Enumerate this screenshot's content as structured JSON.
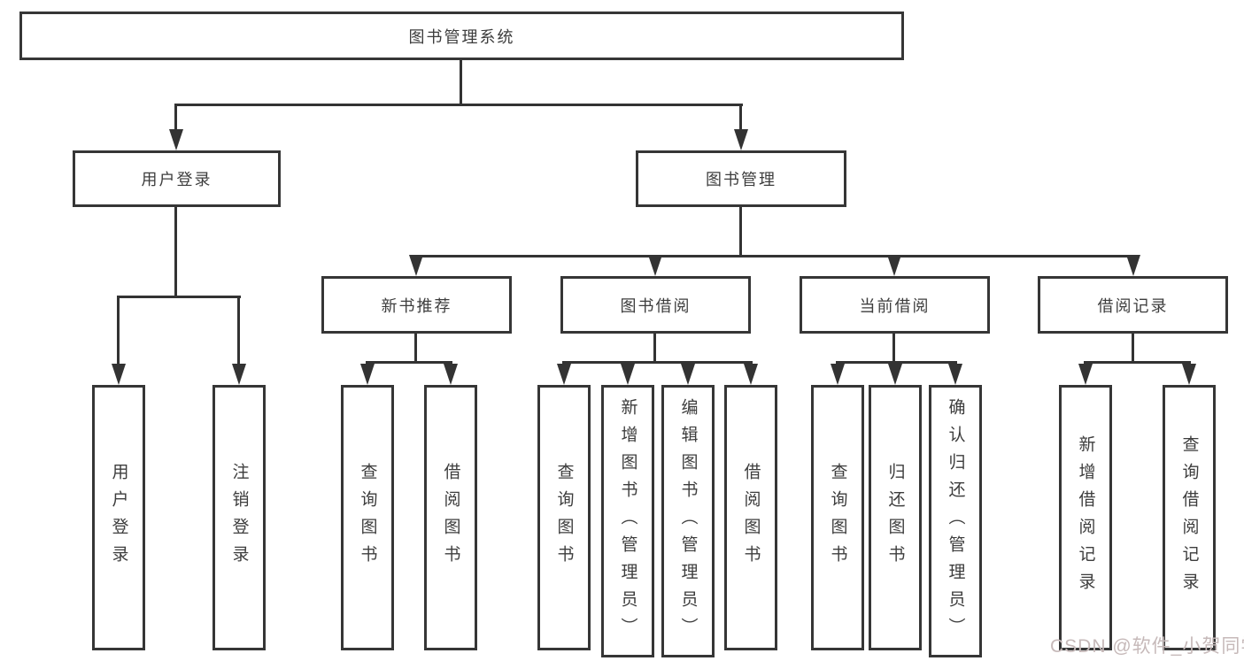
{
  "tree": {
    "root": {
      "label": "图书管理系统",
      "children": [
        {
          "label": "用户登录",
          "children": [
            {
              "label": "用户登录"
            },
            {
              "label": "注销登录"
            }
          ]
        },
        {
          "label": "图书管理",
          "children": [
            {
              "label": "新书推荐",
              "children": [
                {
                  "label": "查询图书"
                },
                {
                  "label": "借阅图书"
                }
              ]
            },
            {
              "label": "图书借阅",
              "children": [
                {
                  "label": "查询图书"
                },
                {
                  "label": "新增图书（管理员）"
                },
                {
                  "label": "编辑图书（管理员）"
                },
                {
                  "label": "借阅图书"
                }
              ]
            },
            {
              "label": "当前借阅",
              "children": [
                {
                  "label": "查询图书"
                },
                {
                  "label": "归还图书"
                },
                {
                  "label": "确认归还（管理员）"
                }
              ]
            },
            {
              "label": "借阅记录",
              "children": [
                {
                  "label": "新增借阅记录"
                },
                {
                  "label": "查询借阅记录"
                }
              ]
            }
          ]
        }
      ]
    }
  },
  "watermark": {
    "text": "CSDN @软件_小贺同学"
  },
  "colors": {
    "line": "#333333",
    "border": "#363636",
    "text": "#3d3d3d",
    "watermark": "#c6b9b9",
    "background": "#ffffff"
  }
}
